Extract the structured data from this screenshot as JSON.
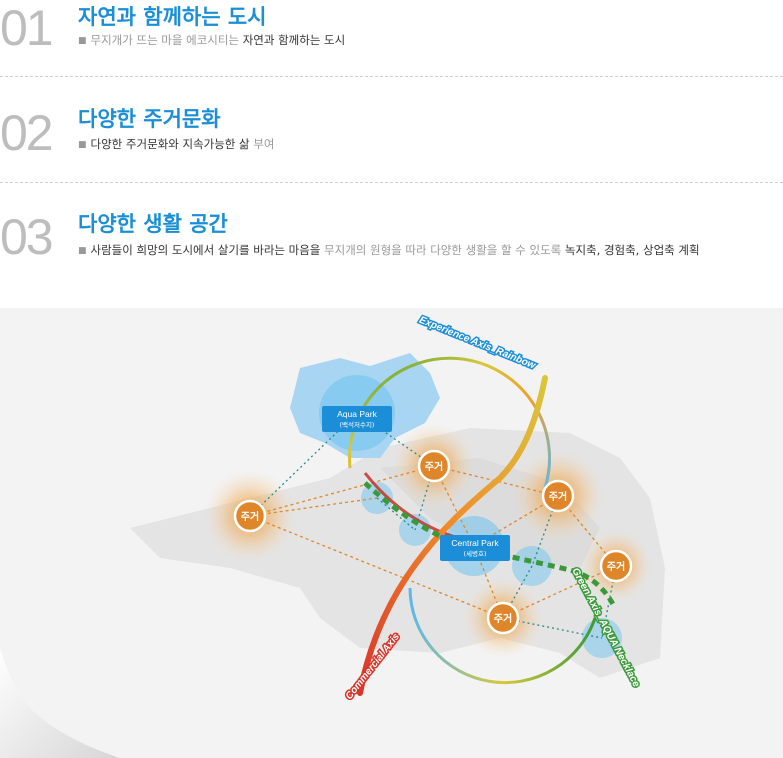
{
  "items": [
    {
      "num": "01",
      "title": "자연과 함께하는 도시",
      "desc_gray": "무지개가 뜨는 마을 에코시티는 ",
      "desc_dark": "자연과 함께하는 도시",
      "desc_tail": ""
    },
    {
      "num": "02",
      "title": "다양한 주거문화",
      "desc_gray": "",
      "desc_dark": "다양한 주거문화와 지속가능한 삶 ",
      "desc_tail": "부여"
    },
    {
      "num": "03",
      "title": "다양한 생활 공간",
      "desc_gray": "",
      "desc_dark": "사람들이 희망의 도시에서 살기를 바라는 마음을 ",
      "desc_tail": "무지개의 원형을 따라 다양한 생활을 할 수 있도록 ",
      "desc_end": "녹지축, 경험축, 상업축 계획"
    }
  ],
  "map": {
    "aqua_park": {
      "name": "Aqua Park",
      "sub": "(백석저수지)"
    },
    "central_park": {
      "name": "Central Park",
      "sub": "(세병호)"
    },
    "housing_label": "주거",
    "axes": {
      "experience": "Experience Axis_Rainbow",
      "green": "Green Axis_AQUA Necklace",
      "commercial": "Commercial Axis"
    },
    "colors": {
      "title_blue": "#1a8fd6",
      "lake": "#5bb8e8",
      "housing": "#e89a3a",
      "green_axis": "#3a9a3a",
      "commercial_axis": "#d93a2a",
      "land": "#e3e3e3"
    }
  }
}
